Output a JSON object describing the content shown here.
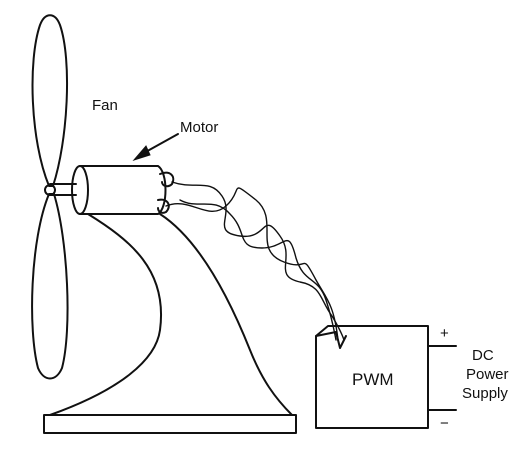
{
  "labels": {
    "fan": "Fan",
    "motor": "Motor",
    "pwm": "PWM",
    "dc_line1": "DC",
    "dc_line2": "Power",
    "dc_line3": "Supply",
    "plus": "+",
    "minus": "−"
  }
}
